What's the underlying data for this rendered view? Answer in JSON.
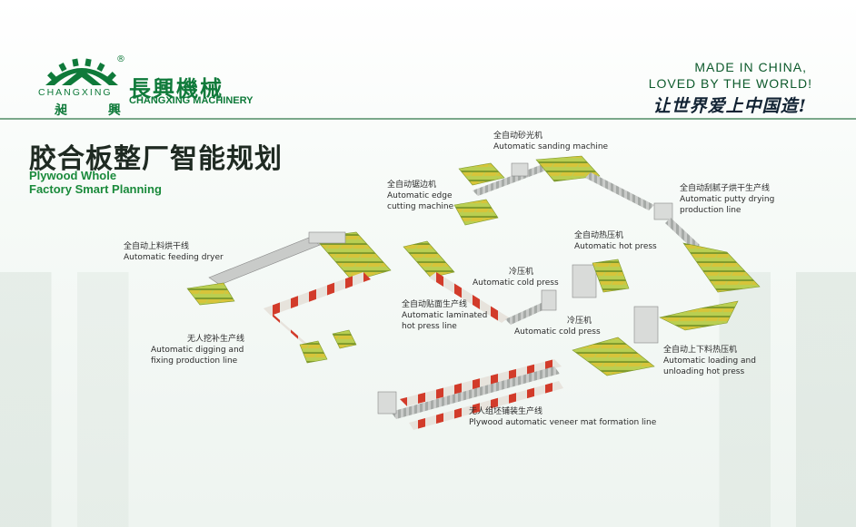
{
  "brand": {
    "logo_en": "CHANGXING",
    "logo_cn": "昶 興",
    "registered": "®",
    "name_cn": "長興機械",
    "name_en": "CHANGXING MACHINERY"
  },
  "slogan": {
    "line1": "MADE IN CHINA,",
    "line2": "LOVED BY THE WORLD!",
    "line3": "让世界爱上中国造!"
  },
  "title": {
    "cn": "胶合板整厂智能规划",
    "en_line1": "Plywood Whole",
    "en_line2": "Factory Smart Planning"
  },
  "colors": {
    "brand_green": "#0f7a3a",
    "board_green": "#a7c64a",
    "board_yellow": "#d9c53a",
    "line_red": "#d23b2a"
  },
  "stations": [
    {
      "id": "sanding",
      "cn": "全自动砂光机",
      "en": "Automatic sanding machine"
    },
    {
      "id": "edge",
      "cn": "全自动锯边机",
      "en": "Automatic edge cutting machine",
      "en_lines": [
        "Automatic edge",
        "cutting machine"
      ]
    },
    {
      "id": "putty",
      "cn": "全自动刮腻子烘干生产线",
      "en_lines": [
        "Automatic  putty drying",
        "production line"
      ]
    },
    {
      "id": "hotpress",
      "cn": "全自动热压机",
      "en_lines": [
        "Automatic hot press"
      ]
    },
    {
      "id": "feeding",
      "cn": "全自动上料烘干线",
      "en_lines": [
        "Automatic feeding dryer"
      ]
    },
    {
      "id": "cold1",
      "cn": "冷压机",
      "en_lines": [
        "Automatic cold press"
      ]
    },
    {
      "id": "laminated",
      "cn": "全自动贴面生产线",
      "en_lines": [
        "Automatic laminated",
        "hot press line"
      ]
    },
    {
      "id": "cold2",
      "cn": "冷压机",
      "en_lines": [
        "Automatic cold press"
      ]
    },
    {
      "id": "digging",
      "cn": "无人挖补生产线",
      "en_lines": [
        "Automatic  digging and",
        "fixing production line"
      ]
    },
    {
      "id": "loading",
      "cn": "全自动上下料热压机",
      "en_lines": [
        "Automatic loading and",
        "unloading hot press"
      ]
    },
    {
      "id": "veneer",
      "cn": "无人组坯铺装生产线",
      "en_lines": [
        "Plywood automatic veneer mat formation line"
      ]
    }
  ]
}
